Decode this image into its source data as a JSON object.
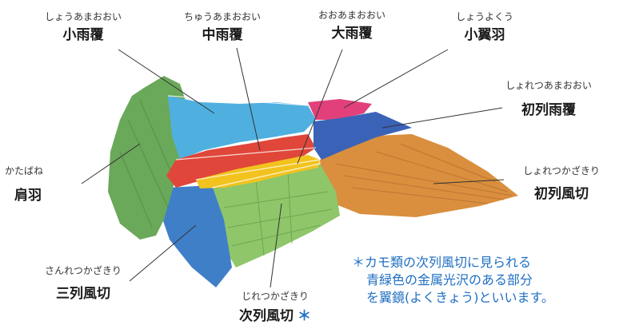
{
  "labels": {
    "shou_amaooi": {
      "reading": "しょうあまおおい",
      "name": "小雨覆"
    },
    "chuu_amaooi": {
      "reading": "ちゅうあまおおい",
      "name": "中雨覆"
    },
    "oo_amaooi": {
      "reading": "おおあまおおい",
      "name": "大雨覆"
    },
    "shouyoku": {
      "reading": "しょうよくう",
      "name": "小翼羽"
    },
    "shoretsu_amaooi": {
      "reading": "しょれつあまおおい",
      "name": "初列雨覆"
    },
    "katabane": {
      "reading": "かたばね",
      "name": "肩羽"
    },
    "shoretsu_kazakiri": {
      "reading": "しょれつかざきり",
      "name": "初列風切"
    },
    "sanretsu_kazakiri": {
      "reading": "さんれつかざきり",
      "name": "三列風切"
    },
    "jiretsu_kazakiri": {
      "reading": "じれつかざきり",
      "name": "次列風切",
      "mark": "＊"
    }
  },
  "note": {
    "line1": "＊カモ類の次列風切に見られる",
    "line2": "青緑色の金属光沢のある部分",
    "line3": "を翼鏡(よくきょう)といいます。"
  },
  "colors": {
    "shoulder": "#6aa85a",
    "lesser_coverts": "#4fb0e0",
    "median_coverts": "#e0463a",
    "greater_coverts": "#f2c31f",
    "alula": "#e2407a",
    "primary_coverts": "#3a63b8",
    "primaries": "#d98f3e",
    "tertials": "#3f7fc8",
    "secondaries": "#8fc66a",
    "note_text": "#1f6fc2"
  }
}
